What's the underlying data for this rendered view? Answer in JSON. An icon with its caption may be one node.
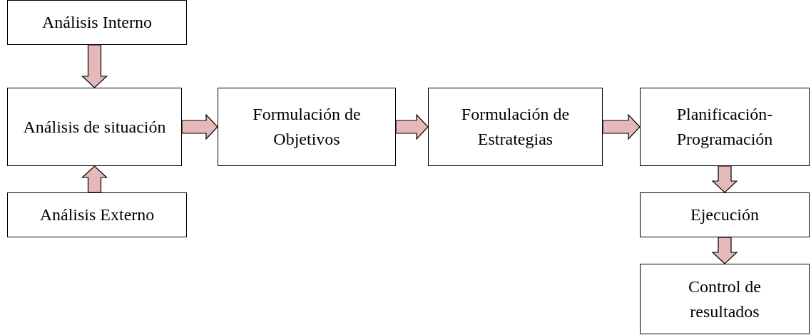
{
  "diagram": {
    "nodes": [
      {
        "text": [
          "Análisis Interno"
        ]
      },
      {
        "text": [
          "Análisis de situación"
        ]
      },
      {
        "text": [
          "Análisis Externo"
        ]
      },
      {
        "text": [
          "Formulación de Objetivos"
        ]
      },
      {
        "text": [
          "Formulación de Estrategias"
        ]
      },
      {
        "text": [
          "Planificación-Programación"
        ]
      },
      {
        "text": [
          "Ejecución"
        ]
      },
      {
        "text": [
          "Control de resultados"
        ]
      }
    ],
    "edges": [
      {
        "from": 0,
        "to": 1,
        "arrow": "to"
      },
      {
        "from": 2,
        "to": 1,
        "arrow": "to"
      },
      {
        "from": 1,
        "to": 3,
        "arrow": "to"
      },
      {
        "from": 3,
        "to": 4,
        "arrow": "to"
      },
      {
        "from": 4,
        "to": 5,
        "arrow": "to"
      },
      {
        "from": 5,
        "to": 6,
        "arrow": "to"
      },
      {
        "from": 6,
        "to": 7,
        "arrow": "to"
      }
    ]
  }
}
